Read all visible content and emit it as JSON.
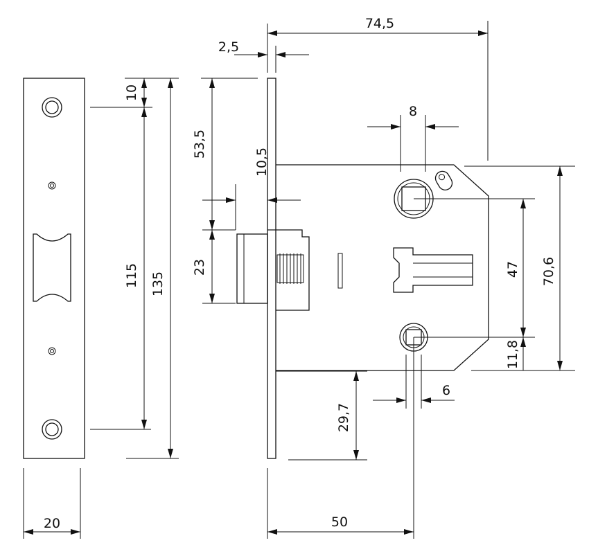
{
  "colors": {
    "line": "#111111",
    "background": "#ffffff"
  },
  "dimensions": {
    "d_2_5": "2,5",
    "d_74_5": "74,5",
    "d_10": "10",
    "d_53_5": "53,5",
    "d_10_5": "10,5",
    "d_8": "8",
    "d_115": "115",
    "d_135": "135",
    "d_23": "23",
    "d_47": "47",
    "d_70_6": "70,6",
    "d_11_8": "11,8",
    "d_29_7": "29,7",
    "d_6": "6",
    "d_20": "20",
    "d_50": "50"
  }
}
